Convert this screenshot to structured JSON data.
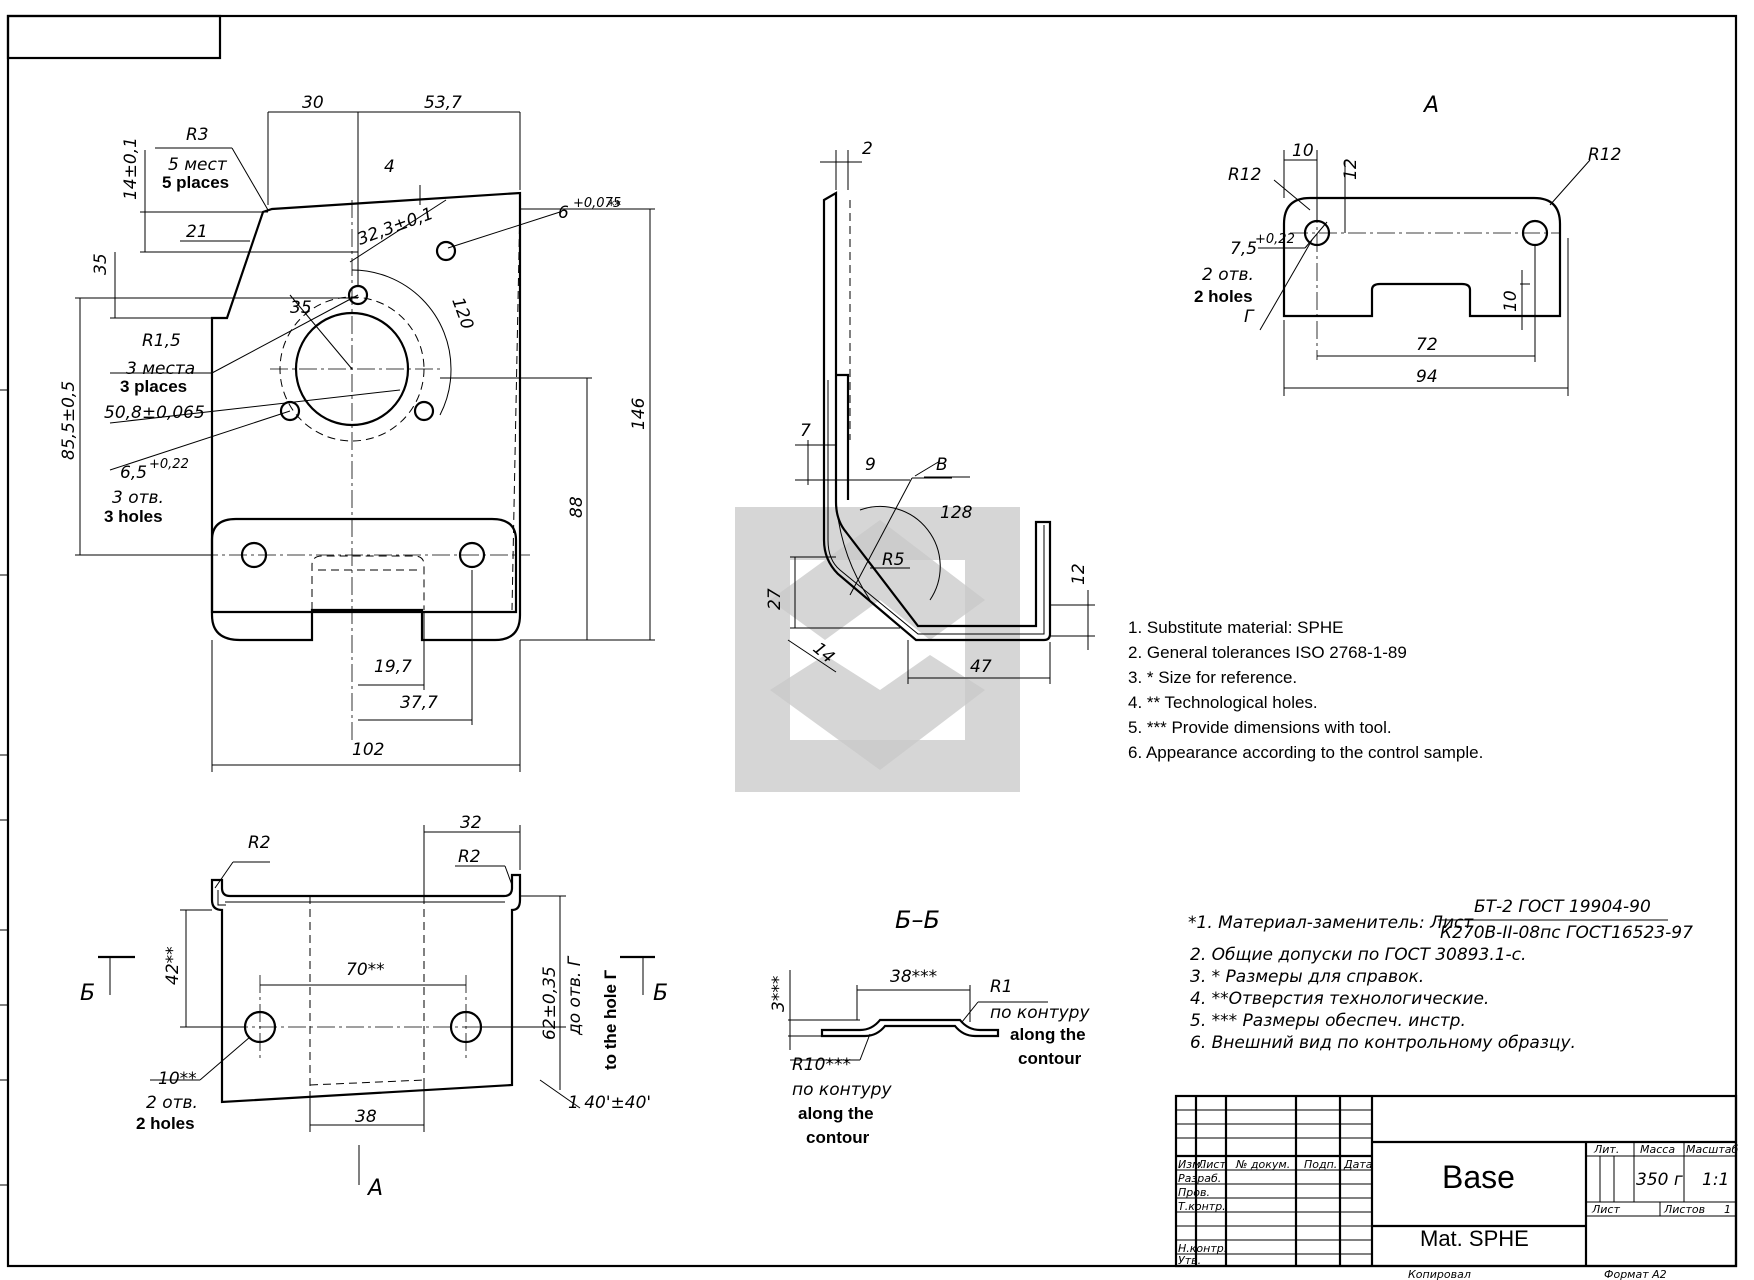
{
  "main_view": {
    "dims": [
      "30",
      "53,7",
      "R3",
      "5 мест",
      "5 places",
      "14±0,1",
      "35",
      "21",
      "4",
      "32,3±0,1",
      "6",
      "+0,075",
      "**",
      "35",
      "120",
      "R1,5",
      "3 места",
      "3 places",
      "50,8±0,065",
      "6,5",
      "+0,22",
      "3 отв.",
      "3 holes",
      "85,5±0,5",
      "88",
      "146",
      "19,7",
      "37,7",
      "102"
    ]
  },
  "side_view": {
    "dims": [
      "2",
      "B",
      "7",
      "9",
      "128",
      "R5",
      "27",
      "14",
      "12",
      "47"
    ]
  },
  "view_a": {
    "label": "A",
    "dims": [
      "10",
      "12",
      "R12",
      "R12",
      "7,5",
      "+0,22",
      "2 отв.",
      "2 holes",
      "Г",
      "10",
      "72",
      "94"
    ]
  },
  "bottom_view": {
    "dims": [
      "R2",
      "32",
      "R2",
      "Б",
      "Б",
      "42**",
      "70**",
      "62±0,35",
      "до отв. Г",
      "to the hole Г",
      "10**",
      "2 отв.",
      "2 holes",
      "38",
      "1 40'±40'",
      "A"
    ]
  },
  "section": {
    "label": "Б–Б",
    "dims": [
      "38***",
      "R1",
      "3***",
      "по контуру",
      "along the",
      "contour",
      "R10***",
      "по контуру",
      "along the",
      "contour"
    ]
  },
  "notes_en": [
    "1. Substitute material: SPHE",
    "2. General tolerances ISO 2768-1-89",
    "3. * Size for reference.",
    "4. ** Technological holes.",
    "5. *** Provide dimensions with tool.",
    "6. Appearance according to the control  sample."
  ],
  "notes_ru": {
    "line1_prefix": "*1. Материал-заменитель: Лист",
    "line1_top": "БТ-2 ГОСТ 19904-90",
    "line1_bottom": "К270В-II-08пс  ГОСТ16523-97",
    "lines": [
      "2.  Общие допуски по ГОСТ 30893.1-с.",
      "3.   * Размеры для справок.",
      "4.   **Отверстия технологические.",
      "5.   *** Размеры обеспеч. инстр.",
      "6.  Внешний вид по контрольному образцу."
    ]
  },
  "title_block": {
    "row_labels": [
      "Изм.",
      "Лист",
      "№ докум.",
      "Подп.",
      "Дата"
    ],
    "roles": [
      "Разраб.",
      "Пров.",
      "Т.контр.",
      "Н.контр.",
      "Утв."
    ],
    "name": "Base",
    "material": "Mat. SPHE",
    "lit": "Лит.",
    "mass_label": "Масса",
    "scale_label": "Масштаб",
    "mass": "350 г",
    "scale": "1:1",
    "sheet": "Лист",
    "sheets": "Листов",
    "sheets_n": "1",
    "copied": "Копировал",
    "format": "Формат   А2"
  }
}
